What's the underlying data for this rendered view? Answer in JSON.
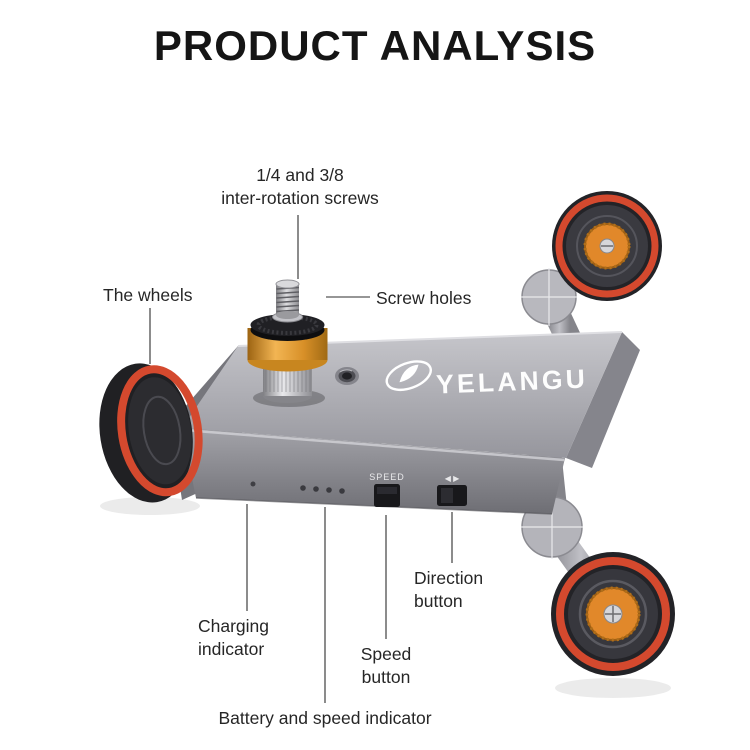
{
  "title": "PRODUCT ANALYSIS",
  "product": {
    "brand": "YELANGU",
    "speed_button_label": "SPEED",
    "direction_arrows": "◀ ▶"
  },
  "annotations": {
    "rotation_screws_line1": "1/4 and 3/8",
    "rotation_screws_line2": "inter-rotation screws",
    "wheels": "The wheels",
    "screw_holes": "Screw holes",
    "direction_button": "Direction button",
    "charging_indicator": "Charging indicator",
    "speed_button": "Speed button",
    "battery_speed_indicator": "Battery and speed indicator"
  },
  "colors": {
    "body_gray": "#9b9ba2",
    "accent_orange": "#e1882a",
    "rim_red": "#d4492e",
    "gold": "#d89028",
    "leader_line": "#2d2d2d",
    "text": "#262626",
    "title": "#151515"
  }
}
